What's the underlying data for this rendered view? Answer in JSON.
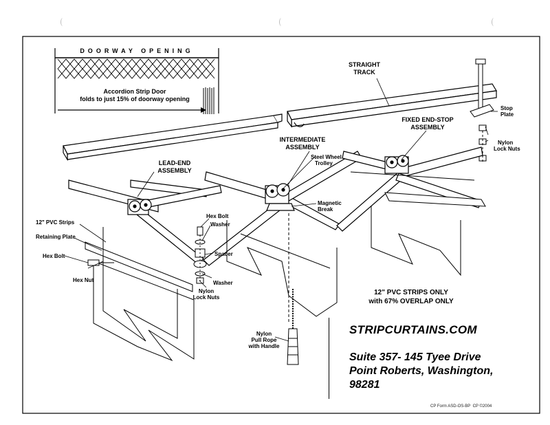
{
  "doorway": {
    "heading": "DOORWAY OPENING",
    "caption_line1": "Accordion Strip Door",
    "caption_line2": "folds to just 15% of doorway opening"
  },
  "labels": {
    "straight_track": [
      "STRAIGHT",
      "TRACK"
    ],
    "stop_plate": [
      "Stop",
      "Plate"
    ],
    "fixed_end_stop": [
      "FIXED END-STOP",
      "ASSEMBLY"
    ],
    "intermediate": [
      "INTERMEDIATE",
      "ASSEMBLY"
    ],
    "steel_wheel": [
      "Steel Wheel",
      "Trolley"
    ],
    "lead_end": [
      "LEAD-END",
      "ASSEMBLY"
    ],
    "nylon_lock_nuts_right": [
      "Nylon",
      "Lock Nuts"
    ],
    "magnetic_break": [
      "Magnetic",
      "Break"
    ],
    "pvc_strips": "12\" PVC Strips",
    "retaining_plate": "Retaining Plate",
    "hex_bolt_left": "Hex Bolt",
    "hex_nut": "Hex Nut",
    "hex_bolt_mid": "Hex Bolt",
    "washer_top": "Washer",
    "spacer": "Spacer",
    "washer_bottom": "Washer",
    "nylon_lock_nuts_left": [
      "Nylon",
      "Lock Nuts"
    ],
    "pull_rope": [
      "Nylon",
      "Pull Rope",
      "with Handle"
    ],
    "overlap_note": [
      "12\" PVC STRIPS ONLY",
      "with 67% OVERLAP ONLY"
    ]
  },
  "company": {
    "website": "STRIPCURTAINS.COM",
    "address_line1": "Suite 357- 145 Tyee Drive",
    "address_line2": "Point Roberts, Washington,",
    "address_line3": "98281"
  },
  "footer": {
    "form": "CP Form ASD-OS-BP",
    "copyright": "CP ©2004"
  }
}
